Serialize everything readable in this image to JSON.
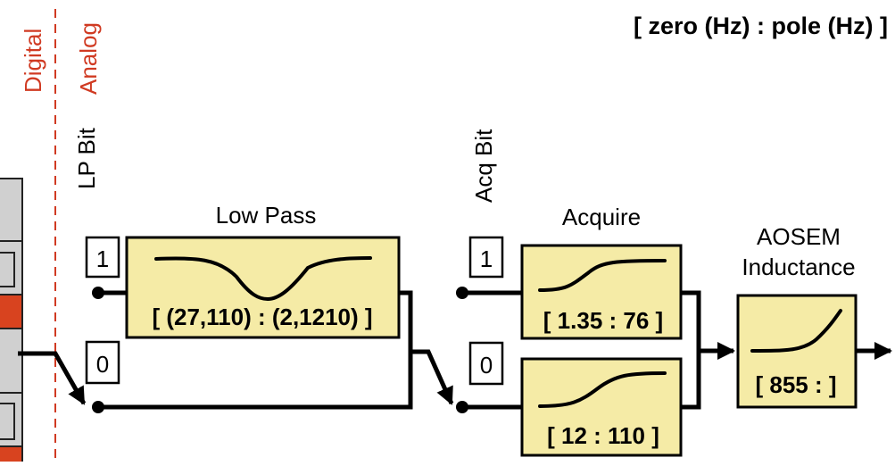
{
  "legend": {
    "text": "[ zero (Hz) : pole (Hz) ]"
  },
  "boundary": {
    "digital_label": "Digital",
    "analog_label": "Analog",
    "color": "#d03a22"
  },
  "low_pass": {
    "title": "Low Pass",
    "bit_label": "LP Bit",
    "bit_on": "1",
    "bit_off": "0",
    "value": "[ (27,110) : (2,1210) ]"
  },
  "acquire": {
    "title": "Acquire",
    "bit_label": "Acq Bit",
    "bit_on": "1",
    "bit_off": "0",
    "value_on": "[ 1.35 : 76 ]",
    "value_off": "[ 12 : 110 ]"
  },
  "aosem": {
    "title_line1": "AOSEM",
    "title_line2": "Inductance",
    "value": "[ 855 : ]"
  },
  "colors": {
    "block_fill": "#f5eba6",
    "panel_gray": "#d0d0d0",
    "panel_red": "#d8431f"
  }
}
